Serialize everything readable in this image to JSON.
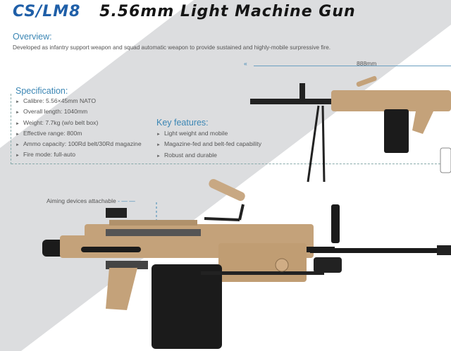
{
  "header": {
    "model": "CS/LM8",
    "name": "5.56mm Light Machine Gun"
  },
  "overview": {
    "heading": "Overview:",
    "text": "Developed as infantry support weapon and squad automatic weapon to provide sustained and highly-mobile surpressive fire."
  },
  "specification": {
    "heading": "Specification:",
    "items": [
      "Calibre: 5.56×45mm NATO",
      "Overall length: 1040mm",
      "Weight: 7.7kg (w/o belt box)",
      "Effective range: 800m",
      "Ammo capacity: 100Rd belt/30Rd magazine",
      "Fire mode: full-auto"
    ]
  },
  "key_features": {
    "heading": "Key features:",
    "items": [
      "Light weight and mobile",
      "Magazine-fed and belt-fed capability",
      "Robust and durable"
    ]
  },
  "dimension": {
    "label": "888mm",
    "arrow_icon": "double-chevron-left-icon"
  },
  "callout": {
    "label": "Aiming devices attachable"
  },
  "colors": {
    "brand": "#1f5fa8",
    "heading": "#3b86b4",
    "band": "#dcdddf",
    "tan": "#c4a27a",
    "black": "#1b1b1b"
  }
}
